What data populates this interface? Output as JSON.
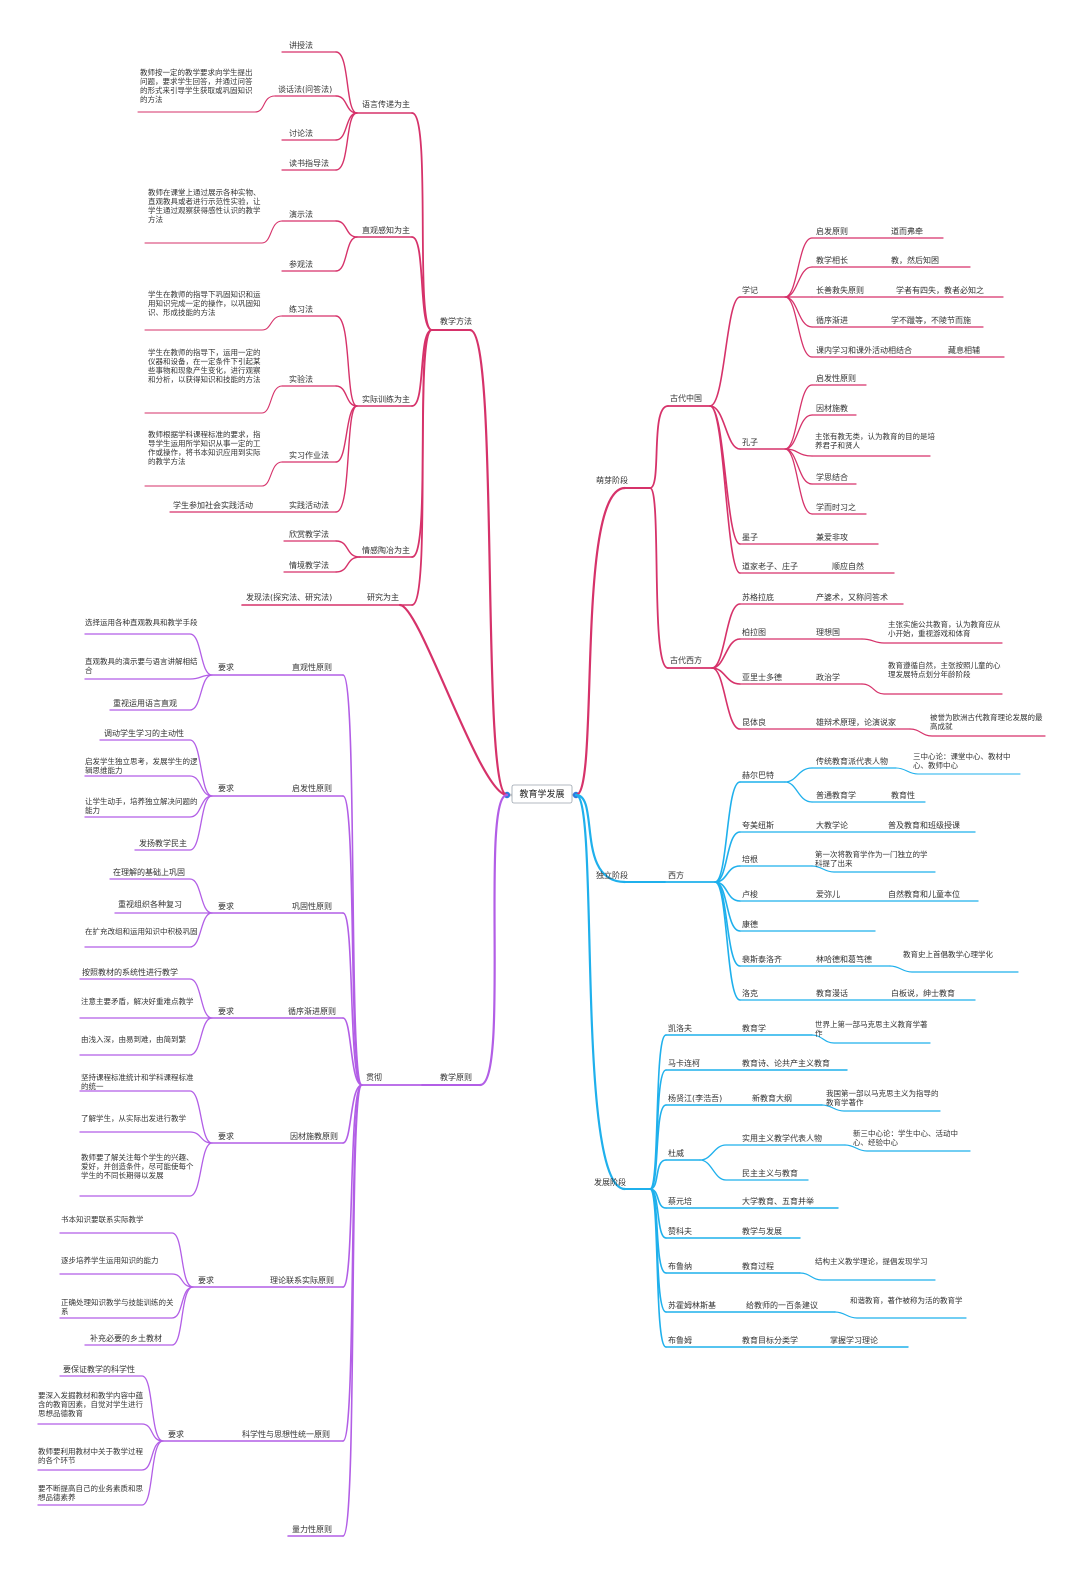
{
  "colors": {
    "red": "#d6326a",
    "purple": "#b25ee6",
    "blue": "#1fb0ec",
    "root_dot": "#2d7be0"
  },
  "root": "教育学发展",
  "nodes": {
    "n1": "教学方法",
    "n2": "语言传递为主",
    "n3": "讲授法",
    "n4": "谈话法(问答法)",
    "n5": "教师按一定的教学要求向学生提出问题，要求学生回答，并通过问答的形式来引导学生获取或巩固知识的方法",
    "n6": "讨论法",
    "n7": "读书指导法",
    "n8": "直观感知为主",
    "n9": "演示法",
    "n10": "教师在课堂上通过展示各种实物、直观教具或者进行示范性实验，让学生通过观察获得感性认识的教学方法",
    "n11": "参观法",
    "n12": "实际训练为主",
    "n13": "练习法",
    "n14": "学生在教师的指导下巩固知识和运用知识完成一定的操作，以巩固知识、形成技能的方法",
    "n15": "实验法",
    "n16": "学生在教师的指导下，运用一定的仪器和设备，在一定条件下引起某些事物和现象产生变化，进行观察和分析，以获得知识和技能的方法",
    "n17": "实习作业法",
    "n18": "教师根据学科课程标准的要求，指导学生运用所学知识从事一定的工作或操作，将书本知识应用到实际的教学方法",
    "n19": "实践活动法",
    "n20": "学生参加社会实践活动",
    "n21": "情感陶冶为主",
    "n22": "欣赏教学法",
    "n23": "情境教学法",
    "n24": "研究为主",
    "n25": "发现法(探究法、研究法)",
    "n26": "萌芽阶段",
    "n27": "古代中国",
    "n28": "学记",
    "n29": "启发原则",
    "n30": "道而弗牵",
    "n31": "教学相长",
    "n32": "教，然后知困",
    "n33": "长善救失原则",
    "n34": "学者有四失，教者必知之",
    "n35": "循序渐进",
    "n36": "学不躐等，不陵节而施",
    "n37": "课内学习和课外活动相结合",
    "n38": "藏息相辅",
    "n39": "孔子",
    "n40": "启发性原则",
    "n41": "因材施教",
    "n42": "主张有教无类，认为教育的目的是培养君子和贤人",
    "n43": "学思结合",
    "n44": "学而时习之",
    "n45": "墨子",
    "n46": "兼爱非攻",
    "n47": "道家老子、庄子",
    "n48": "顺应自然",
    "n49": "古代西方",
    "n50": "苏格拉底",
    "n51": "产婆术，又称问答术",
    "n52": "柏拉图",
    "n53": "理想国",
    "n54": "主张实施公共教育，认为教育应从小开始，重视游戏和体育",
    "n55": "亚里士多德",
    "n56": "政治学",
    "n57": "教育遵循自然，主张按照儿童的心理发展特点划分年龄阶段",
    "n58": "昆体良",
    "n59": "雄辩术原理，论演说家",
    "n60": "被誉为欧洲古代教育理论发展的最高成就",
    "n61": "教育学发展",
    "n62": "独立阶段",
    "n63": "西方",
    "n64": "赫尔巴特",
    "n65": "传统教育派代表人物",
    "n66": "三中心论：课堂中心、教材中心、教师中心",
    "n67": "普通教育学",
    "n68": "教育性",
    "n69": "夸美纽斯",
    "n70": "大教学论",
    "n71": "普及教育和班级授课",
    "n72": "培根",
    "n73": "第一次将教育学作为一门独立的学科提了出来",
    "n74": "卢梭",
    "n75": "爱弥儿",
    "n76": "自然教育和儿童本位",
    "n77": "康德",
    "n78": "裴斯泰洛齐",
    "n79": "林哈德和葛笃德",
    "n80": "教育史上首倡教学心理学化",
    "n81": "洛克",
    "n82": "教育漫话",
    "n83": "白板说，绅士教育",
    "n84": "发展阶段",
    "n85": "凯洛夫",
    "n86": "教育学",
    "n87": "世界上第一部马克思主义教育学著作",
    "n88": "马卡连柯",
    "n89": "教育诗、论共产主义教育",
    "n90": "杨贤江(李浩吾)",
    "n91": "新教育大纲",
    "n92": "我国第一部以马克思主义为指导的教育学著作",
    "n93": "杜威",
    "n94": "实用主义教学代表人物",
    "n95": "新三中心论：学生中心、活动中心、经验中心",
    "n96": "民主主义与教育",
    "n97": "蔡元培",
    "n98": "大学教育、五育并举",
    "n99": "赞科夫",
    "n100": "教学与发展",
    "n101": "布鲁纳",
    "n102": "教育过程",
    "n103": "结构主义教学理论，提倡发现学习",
    "n104": "苏霍姆林斯基",
    "n105": "给教师的一百条建议",
    "n106": "和谐教育，著作被称为活的教育学",
    "n107": "布鲁姆",
    "n108": "教育目标分类学",
    "n109": "掌握学习理论",
    "n110": "教学原则",
    "n111": "贯彻",
    "n112": "直观性原则",
    "n113": "要求",
    "n114": "选择运用各种直观教具和教学手段",
    "n115": "直观教具的演示要与语言讲解相结合",
    "n116": "重视运用语言直观",
    "n117": "启发性原则",
    "n118": "要求",
    "n119": "调动学生学习的主动性",
    "n120": "启发学生独立思考，发展学生的逻辑思维能力",
    "n121": "让学生动手，培养独立解决问题的能力",
    "n122": "发扬教学民主",
    "n123": "巩固性原则",
    "n124": "要求",
    "n125": "在理解的基础上巩固",
    "n126": "重视组织各种复习",
    "n127": "在扩充改组和运用知识中积极巩固",
    "n128": "循序渐进原则",
    "n129": "按照教材的系统性进行教学",
    "n130": "要求",
    "n131": "注意主要矛盾，解决好重难点教学",
    "n132": "由浅入深，由易到难，由简到繁",
    "n133": "因材施教原则",
    "n134": "要求",
    "n135": "坚持课程标准统计和学科课程标准的统一",
    "n136": "了解学生，从实际出发进行教学",
    "n137": "教师要了解关注每个学生的兴趣、爱好，并创造条件，尽可能使每个学生的不同长期得以发展",
    "n138": "理论联系实际原则",
    "n139": "要求",
    "n140": "书本知识要联系实际教学",
    "n141": "逐步培养学生运用知识的能力",
    "n142": "正确处理知识教学与技能训练的关系",
    "n143": "补充必要的乡土教材",
    "n144": "科学性与思想性统一原则",
    "n145": "要求",
    "n146": "要保证教学的科学性",
    "n147": "要深入发掘教材和教学内容中蕴含的教育因素，自觉对学生进行思想品德教育",
    "n148": "教师要利用教材中关于教学过程的各个环节",
    "n149": "要不断提高自己的业务素质和思想品德素养",
    "n150": "量力性原则"
  }
}
